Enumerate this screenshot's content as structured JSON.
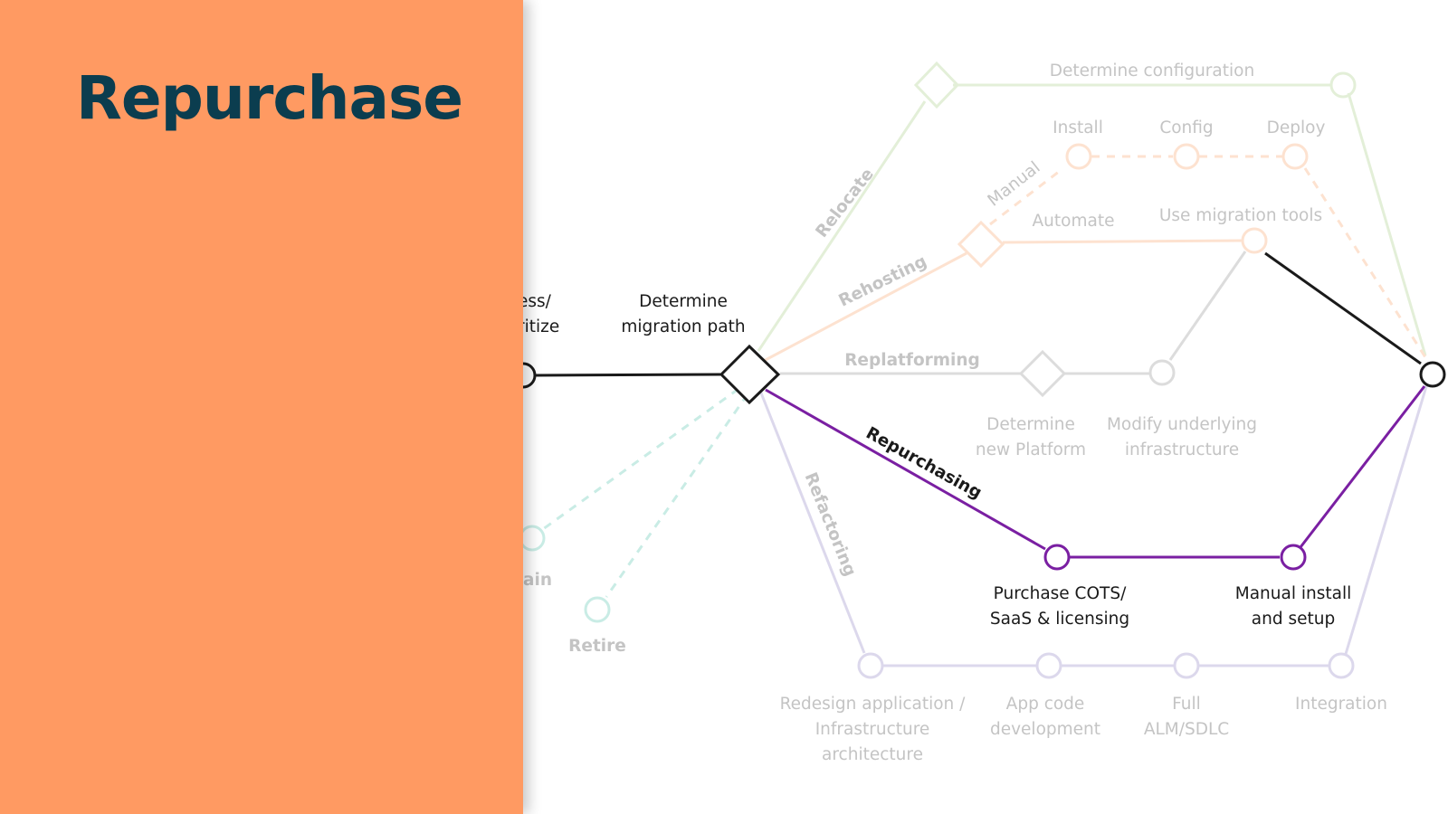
{
  "title": "Repurchase",
  "colors": {
    "panel": "#ff9a62",
    "title": "#0b3d4f",
    "active_path": "#7a1fa2",
    "main_path": "#1a1a1a",
    "relocate": "#e3efd8",
    "rehost": "#fde2d0",
    "replatform": "#dcdcdc",
    "refactor": "#dcd8ec",
    "retain_retire": "#c9ece5"
  },
  "diagram": {
    "start_label_line1": "ess/",
    "start_label_line2": "ritize",
    "decision_label_line1": "Determine",
    "decision_label_line2": "migration path",
    "relocate": {
      "branch": "Relocate",
      "step": "Determine configuration"
    },
    "rehost": {
      "branch": "Rehosting",
      "manual": "Manual",
      "automate": "Automate",
      "install": "Install",
      "config": "Config",
      "deploy": "Deploy",
      "tools": "Use migration tools"
    },
    "replatform": {
      "branch": "Replatforming",
      "step1_line1": "Determine",
      "step1_line2": "new Platform",
      "step2_line1": "Modify underlying",
      "step2_line2": "infrastructure"
    },
    "repurchase": {
      "branch": "Repurchasing",
      "step1_line1": "Purchase COTS/",
      "step1_line2": "SaaS & licensing",
      "step2_line1": "Manual install",
      "step2_line2": "and setup"
    },
    "refactor": {
      "branch": "Refactoring",
      "step1_line1": "Redesign application /",
      "step1_line2": "Infrastructure",
      "step1_line3": "architecture",
      "step2_line1": "App code",
      "step2_line2": "development",
      "step3_line1": "Full",
      "step3_line2": "ALM/SDLC",
      "step4": "Integration"
    },
    "retain": "ain",
    "retire": "Retire"
  }
}
